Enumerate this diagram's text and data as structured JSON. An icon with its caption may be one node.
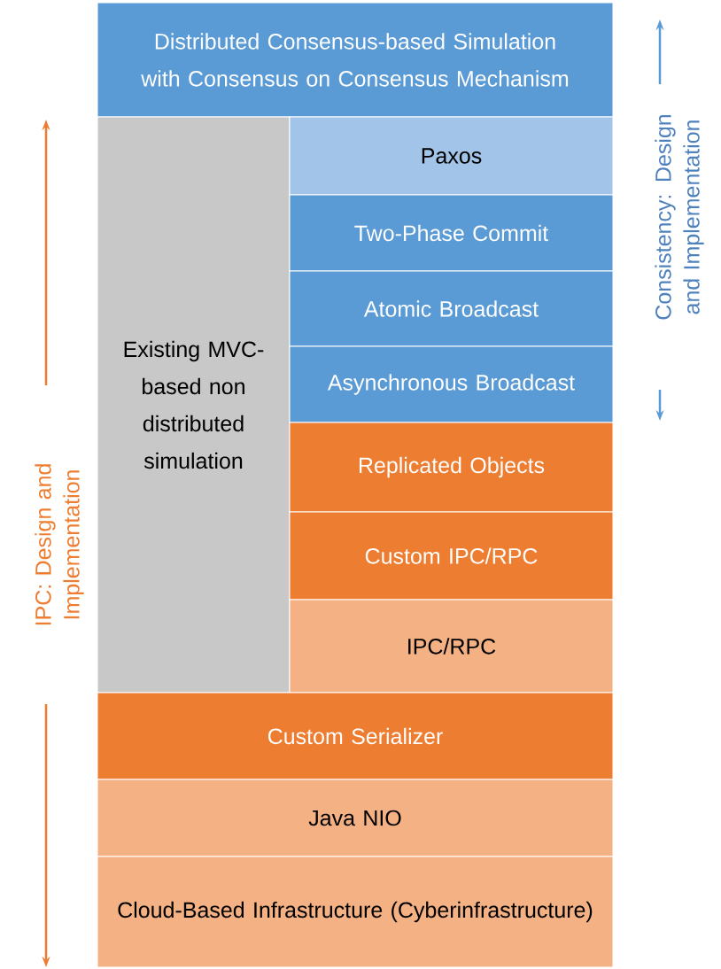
{
  "diagram": {
    "nodes": [
      {
        "text": [
          "Distributed  Consensus-based Simulation with Consensus on Consensus Mechanism"
        ]
      },
      {
        "text": [
          "Existing MVC-based non distributed simulation"
        ]
      },
      {
        "text": [
          "Paxos"
        ]
      },
      {
        "text": [
          "Two-Phase Commit"
        ]
      },
      {
        "text": [
          "Atomic Broadcast"
        ]
      },
      {
        "text": [
          "Asynchronous Broadcast"
        ]
      },
      {
        "text": [
          "Replicated Objects"
        ]
      },
      {
        "text": [
          "Custom IPC/RPC"
        ]
      },
      {
        "text": [
          "IPC/RPC"
        ]
      },
      {
        "text": [
          "Custom Serializer"
        ]
      },
      {
        "text": [
          "Java NIO"
        ]
      },
      {
        "text": [
          "Cloud-Based Infrastructure (Cyberinfrastructure)"
        ]
      }
    ],
    "labels": [
      "IPC: Design and Implementation",
      "Consistency: Design and Implementation"
    ]
  }
}
